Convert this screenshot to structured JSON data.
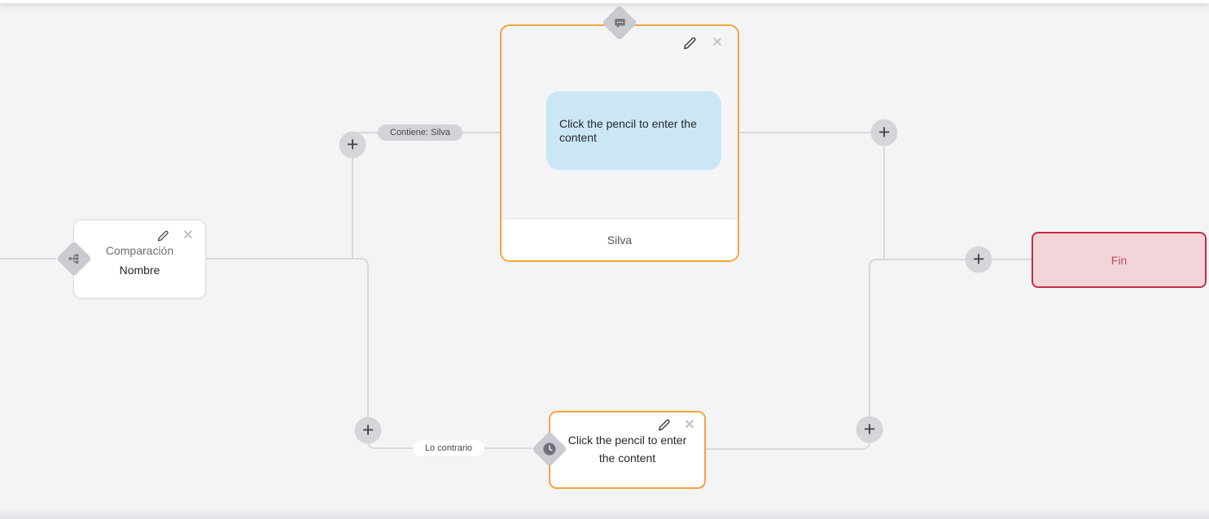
{
  "colors": {
    "canvas_bg": "#f3f4f6",
    "line_color": "#d8d9dc",
    "accent_orange": "#f7a340",
    "end_bg": "#f2d4d9",
    "end_border": "#c32d4e",
    "end_text": "#c14a63",
    "bubble_bg": "#cbe7f6",
    "pill_gray": "#d2d3d8",
    "diamond_bg": "#c9cbd1",
    "plus_bg": "#d5d6da"
  },
  "glyphs": {
    "plus": "+",
    "close": "✕"
  },
  "nodes": {
    "comparison": {
      "title": "Comparación",
      "subtitle": "Nombre",
      "icon": "branch-icon"
    },
    "message": {
      "placeholder": "Click the pencil to enter the content",
      "footer": "Silva",
      "icon": "chat-icon"
    },
    "delay": {
      "placeholder": "Click the pencil to enter the content",
      "icon": "clock-icon"
    },
    "end": {
      "label": "Fin"
    }
  },
  "edges": {
    "condition_label": "Contiene: Silva",
    "otherwise_label": "Lo contrario"
  }
}
